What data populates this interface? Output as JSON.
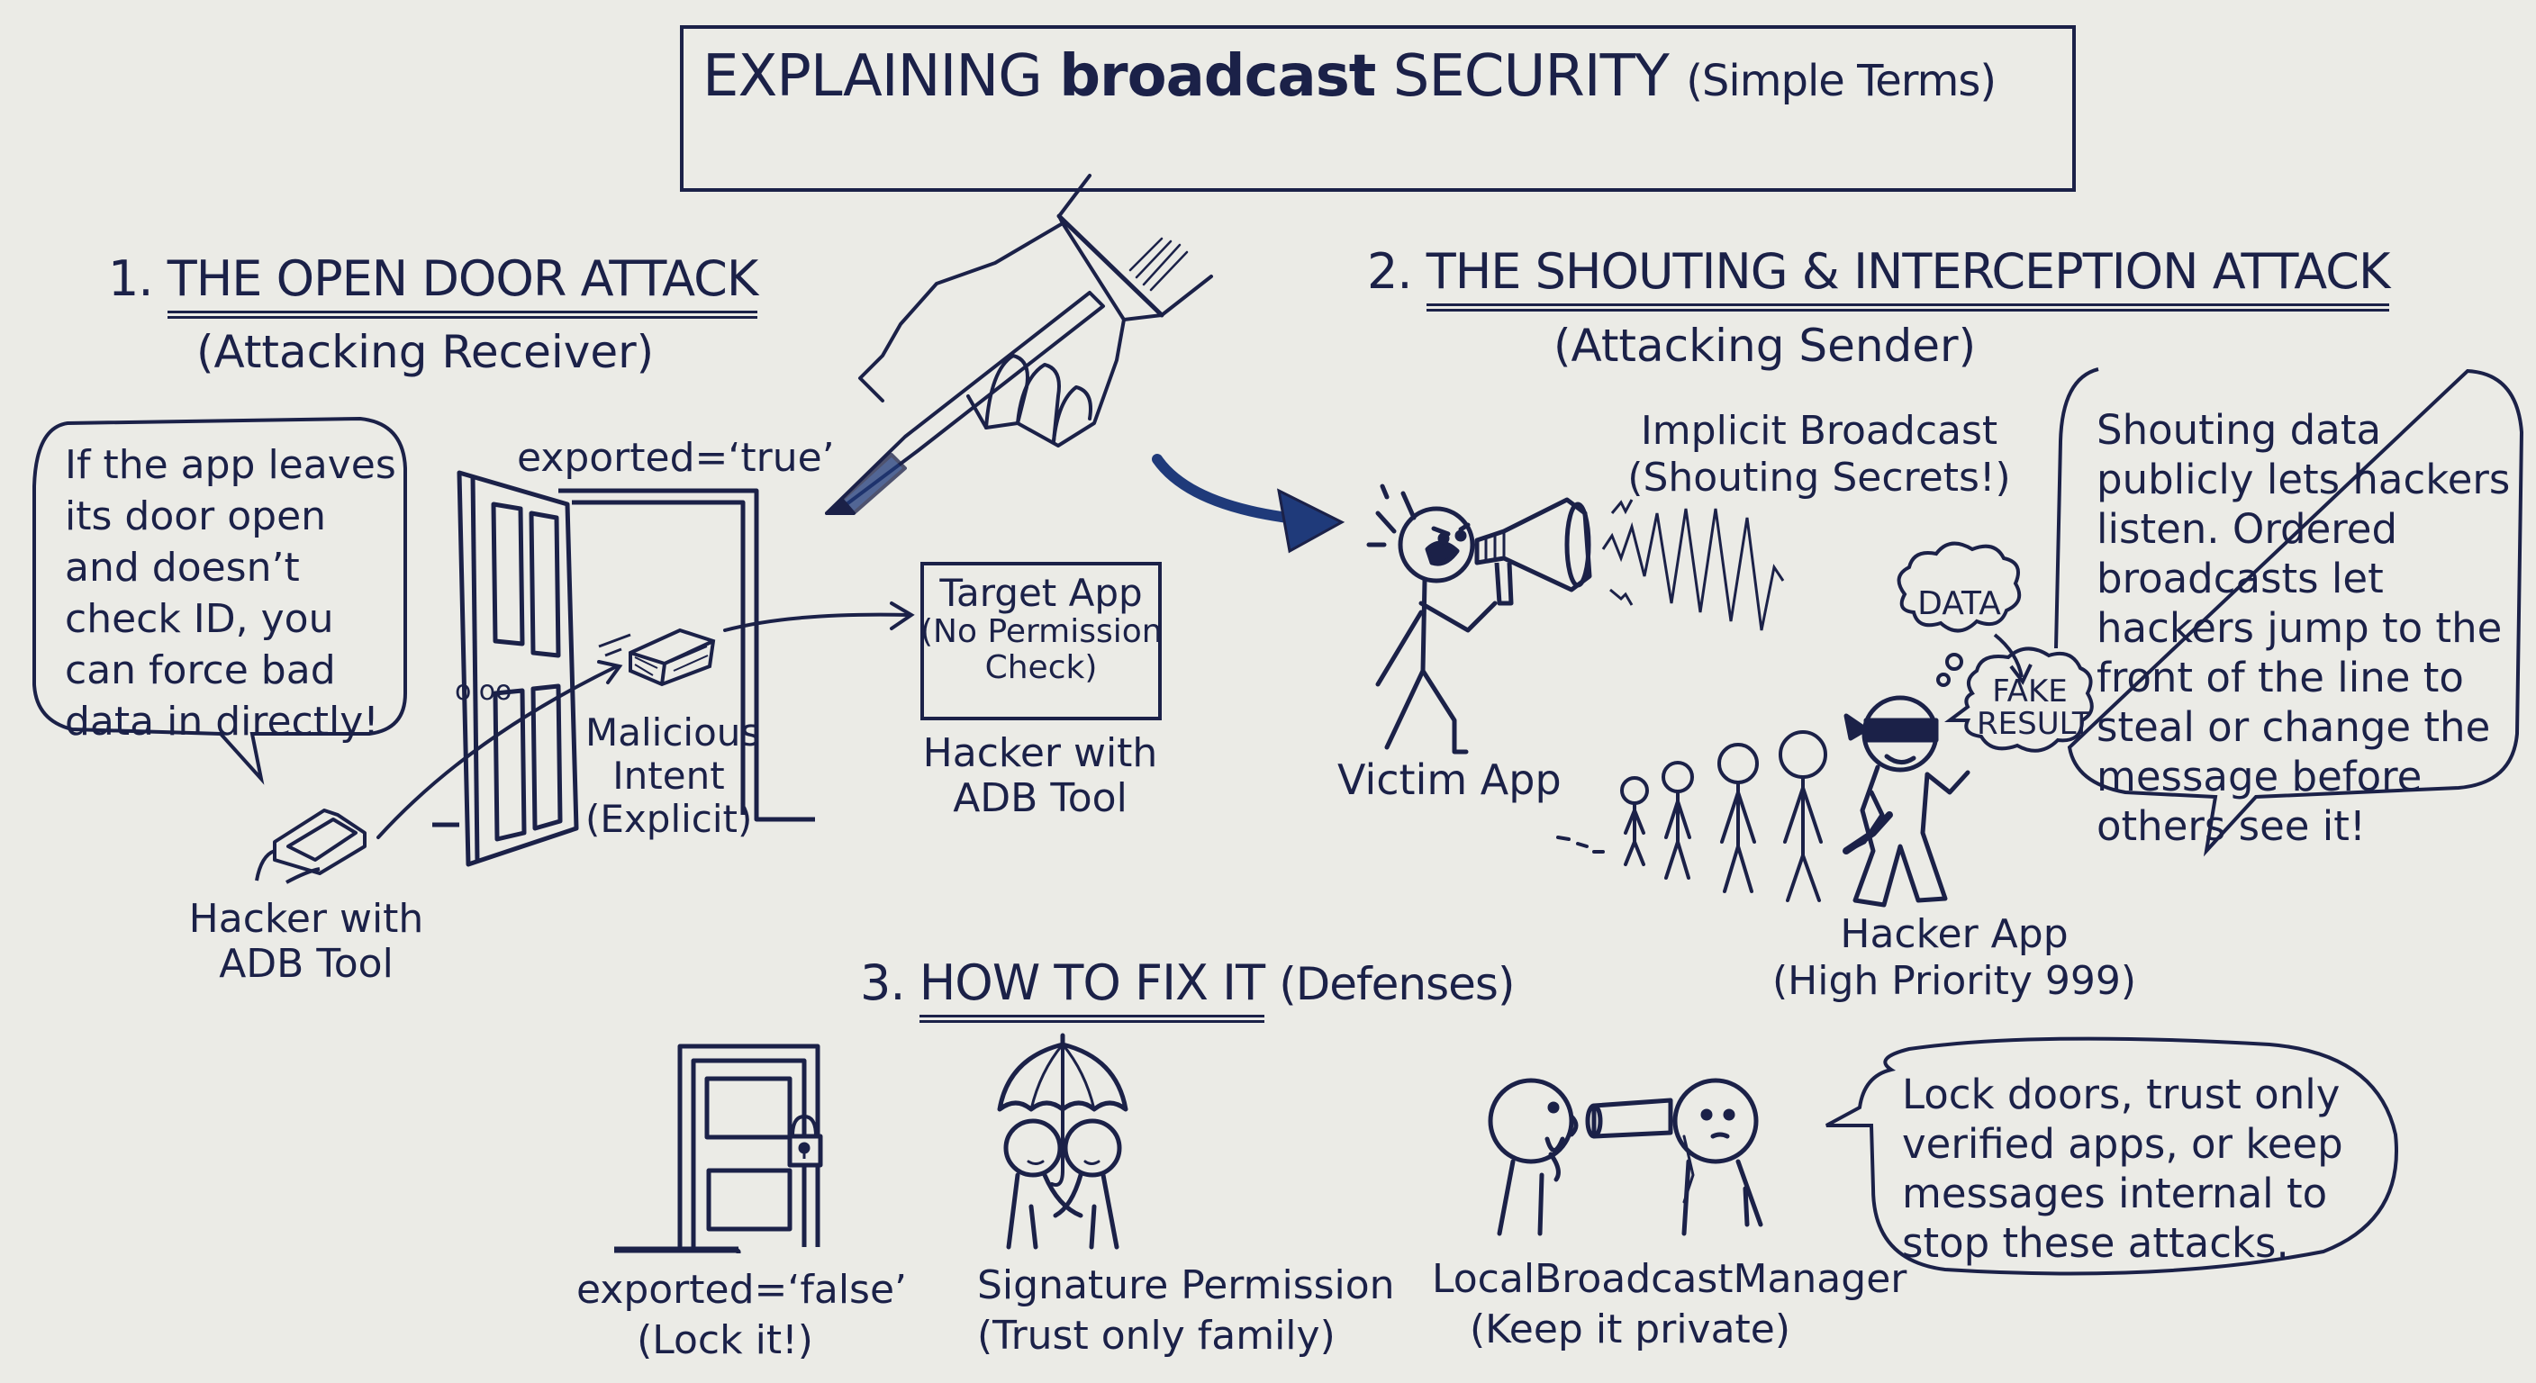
{
  "title": {
    "prefix": "EXPLAINING",
    "bold_word": "broadcast",
    "suffix": "SECURITY",
    "note": "(Simple Terms)"
  },
  "colors": {
    "ink": "#1b2148",
    "paper": "#ebebe6",
    "accent_arrow": "#1f3a7a"
  },
  "section1": {
    "number": "1.",
    "heading": "THE OPEN DOOR ATTACK",
    "subheading": "(Attacking Receiver)",
    "bubble_text": "If the app leaves its door open and doesn’t check ID, you can force bad data in directly!",
    "door_label": "exported=‘true’",
    "brick_label_lines": [
      "Malicious",
      "Intent",
      "(Explicit)"
    ],
    "target_box_lines": [
      "Target App",
      "(No Permission",
      "Check)"
    ],
    "target_caption_lines": [
      "Hacker with",
      "ADB Tool"
    ],
    "device_caption_lines": [
      "Hacker with",
      "ADB Tool"
    ],
    "icons": [
      "open-door-icon",
      "brick-icon",
      "usb-device-icon",
      "arrow-icon"
    ]
  },
  "section2": {
    "number": "2.",
    "heading": "THE SHOUTING & INTERCEPTION ATTACK",
    "subheading": "(Attacking Sender)",
    "broadcast_label_lines": [
      "Implicit Broadcast",
      "(Shouting Secrets!)"
    ],
    "victim_label": "Victim App",
    "thought_cloud_1": "DATA",
    "thought_cloud_2_lines": [
      "FAKE",
      "RESULT"
    ],
    "hacker_label_lines": [
      "Hacker App",
      "(High Priority 999)"
    ],
    "bubble_text": "Shouting data publicly lets hackers listen. Ordered broadcasts let hackers jump to the front of the line to steal or change the message before others see it!",
    "icons": [
      "shouting-stick-figure-icon",
      "megaphone-icon",
      "sound-wave-icon",
      "queue-stick-figures-icon",
      "masked-hacker-icon"
    ]
  },
  "section3": {
    "number": "3.",
    "heading": "HOW TO FIX IT",
    "subheading": "(Defenses)",
    "defenses": [
      {
        "label": "exported=‘false’",
        "sublabel": "(Lock it!)",
        "icon": "locked-door-icon"
      },
      {
        "label": "Signature Permission",
        "sublabel": "(Trust only family)",
        "icon": "umbrella-handshake-icon"
      },
      {
        "label": "LocalBroadcastManager",
        "sublabel": "(Keep it private)",
        "icon": "tin-can-phone-icon"
      }
    ],
    "bubble_text": "Lock doors, trust only verified apps, or keep messages internal to stop these attacks."
  },
  "decorations": {
    "icons": [
      "hand-with-pen-icon",
      "curved-arrow-icon"
    ]
  }
}
